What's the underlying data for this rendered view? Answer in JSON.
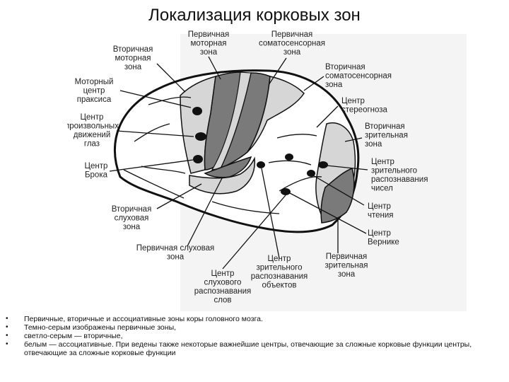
{
  "slide": {
    "title": "Локализация корковых зон"
  },
  "diagram": {
    "labels": [
      {
        "id": "secondary-motor",
        "lines": [
          "Вторичная",
          "моторная",
          "зона"
        ]
      },
      {
        "id": "primary-motor",
        "lines": [
          "Первичная",
          "моторная",
          "зона"
        ]
      },
      {
        "id": "primary-somatosensory",
        "lines": [
          "Первичная",
          "соматосенсорная",
          "зона"
        ]
      },
      {
        "id": "secondary-somatosensory",
        "lines": [
          "Вторичная",
          "соматосенсорная",
          "зона"
        ]
      },
      {
        "id": "motor-praxis-center",
        "lines": [
          "Моторный",
          "центр",
          "праксиса"
        ]
      },
      {
        "id": "stereognosis-center",
        "lines": [
          "Центр",
          "стереогноза"
        ]
      },
      {
        "id": "voluntary-eye-center",
        "lines": [
          "Центр",
          "произвольных",
          "движений",
          "глаз"
        ]
      },
      {
        "id": "secondary-visual",
        "lines": [
          "Вторичная",
          "зрительная",
          "зона"
        ]
      },
      {
        "id": "broca-center",
        "lines": [
          "Центр",
          "Брока"
        ]
      },
      {
        "id": "number-recognition-center",
        "lines": [
          "Центр",
          "зрительного",
          "распознавания",
          "чисел"
        ]
      },
      {
        "id": "secondary-auditory",
        "lines": [
          "Вторичная",
          "слуховая",
          "зона"
        ]
      },
      {
        "id": "reading-center",
        "lines": [
          "Центр",
          "чтения"
        ]
      },
      {
        "id": "wernicke-center",
        "lines": [
          "Центр",
          "Вернике"
        ]
      },
      {
        "id": "primary-auditory",
        "lines": [
          "Первичная слуховая",
          "зона"
        ]
      },
      {
        "id": "object-recognition-center",
        "lines": [
          "Центр",
          "зрительного",
          "распознавания",
          "объектов"
        ]
      },
      {
        "id": "primary-visual",
        "lines": [
          "Первичная",
          "зрительная",
          "зона"
        ]
      },
      {
        "id": "word-recognition-center",
        "lines": [
          "Центр",
          "слухового",
          "распознавания",
          "слов"
        ]
      }
    ]
  },
  "caption": {
    "bullets": [
      "Первичные, вторичные и ассоциативные зоны коры головного мозга.",
      "Темно-серым изображены первичные зоны,",
      "светло-серым — вторичные,",
      "белым — ассоциативные. При ведены также некоторые важнейшие центры, отвечающие за сложные корковые функции центры, отвечающие за сложные корковые функции"
    ]
  }
}
